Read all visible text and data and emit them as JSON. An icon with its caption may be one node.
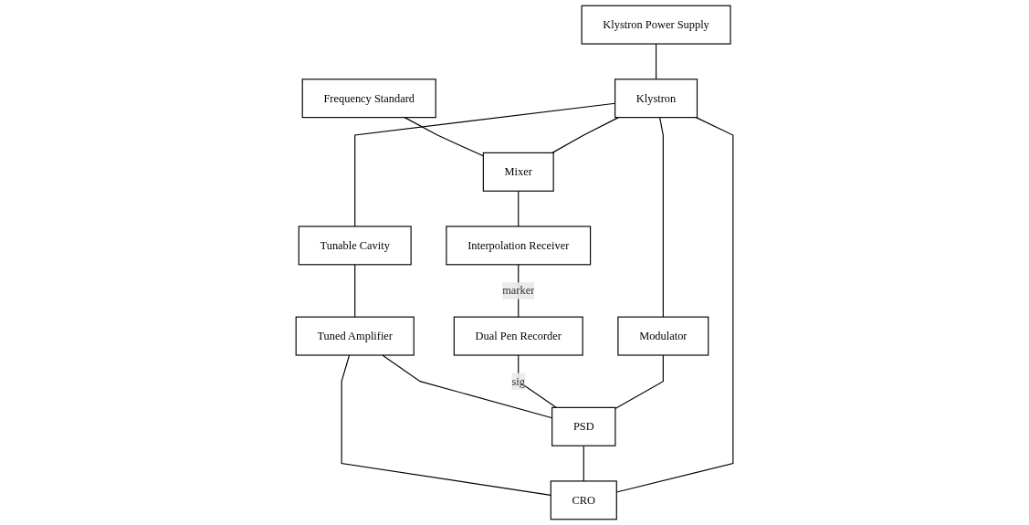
{
  "diagram": {
    "nodes": [
      {
        "text": [
          "Klystron Power Supply"
        ]
      },
      {
        "text": [
          "Frequency Standard"
        ]
      },
      {
        "text": [
          "Interpolation Receiver"
        ]
      },
      {
        "text": [
          "Tunable Cavity"
        ]
      },
      {
        "text": [
          "Mixer"
        ]
      },
      {
        "text": [
          "Klystron"
        ]
      },
      {
        "text": [
          "Tuned Amplifier"
        ]
      },
      {
        "text": [
          "Modulator"
        ]
      },
      {
        "text": [
          "Dual Pen Recorder"
        ]
      },
      {
        "text": [
          "PSD"
        ]
      },
      {
        "text": [
          "CRO"
        ]
      }
    ],
    "edges": [
      {
        "from": 0,
        "to": 5,
        "arrow": "none"
      },
      {
        "from": 1,
        "to": 4,
        "arrow": "none"
      },
      {
        "from": 4,
        "to": 2,
        "arrow": "none"
      },
      {
        "from": 5,
        "to": 4,
        "arrow": "none"
      },
      {
        "from": 5,
        "to": 3,
        "arrow": "none"
      },
      {
        "from": 3,
        "to": 6,
        "arrow": "none"
      },
      {
        "from": 2,
        "to": 8,
        "arrow": "none",
        "label": "marker"
      },
      {
        "from": 6,
        "to": 9,
        "arrow": "none"
      },
      {
        "from": 6,
        "to": 10,
        "arrow": "none"
      },
      {
        "from": 8,
        "to": 9,
        "arrow": "none",
        "label": "sig"
      },
      {
        "from": 9,
        "to": 10,
        "arrow": "none"
      },
      {
        "from": 5,
        "to": 7,
        "arrow": "none"
      },
      {
        "from": 7,
        "to": 9,
        "arrow": "none"
      },
      {
        "from": 5,
        "to": 10,
        "arrow": "none"
      }
    ]
  }
}
